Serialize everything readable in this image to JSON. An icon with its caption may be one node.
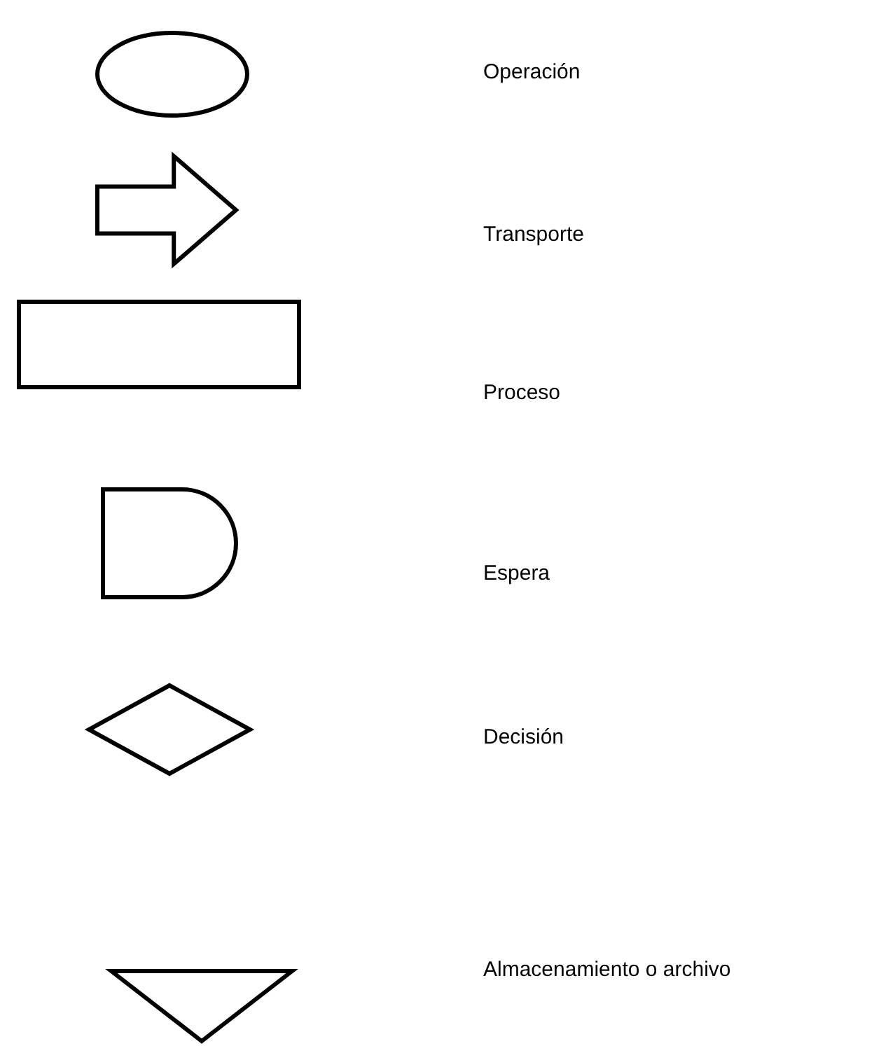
{
  "diagram": {
    "nodes": [
      {
        "text": [],
        "shape": "ellipse"
      },
      {
        "text": [],
        "shape": "arrow"
      },
      {
        "text": [],
        "shape": "box"
      },
      {
        "text": [],
        "shape": "delay"
      },
      {
        "text": [],
        "shape": "diamond"
      },
      {
        "text": [],
        "shape": "triangle"
      }
    ],
    "labels": [
      "Operación",
      "Transporte",
      "Proceso",
      "Espera",
      "Decisión",
      "Almacenamiento o archivo"
    ]
  }
}
